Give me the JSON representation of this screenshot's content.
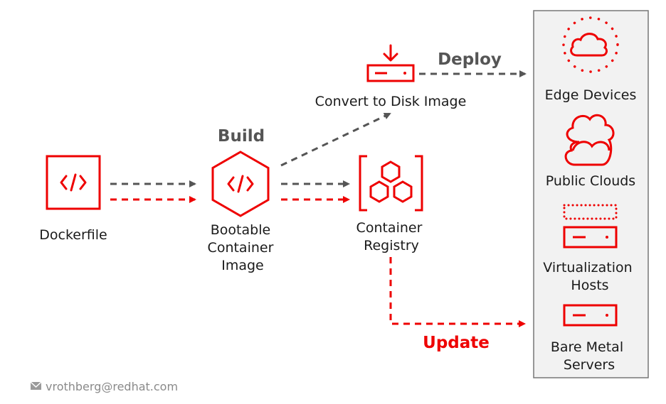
{
  "nodes": {
    "dockerfile": {
      "label": "Dockerfile"
    },
    "bootable_image": {
      "label_lines": [
        "Bootable",
        "Container",
        "Image"
      ]
    },
    "disk_image": {
      "label": "Convert to Disk Image"
    },
    "registry": {
      "label_lines": [
        "Container",
        "Registry"
      ]
    }
  },
  "actions": {
    "build": "Build",
    "deploy": "Deploy",
    "update": "Update"
  },
  "targets": {
    "edge": {
      "label": "Edge Devices",
      "icon": "cloud-icon"
    },
    "public_clouds": {
      "label": "Public Clouds",
      "icon": "clouds-icon"
    },
    "virtualization": {
      "label_lines": [
        "Virtualization",
        "Hosts"
      ],
      "icon": "server-icon"
    },
    "bare_metal": {
      "label_lines": [
        "Bare Metal",
        "Servers"
      ],
      "icon": "server-icon"
    }
  },
  "footer": {
    "email": "vrothberg@redhat.com",
    "icon": "mail-icon"
  },
  "colors": {
    "red": "#ee0000",
    "gray": "#555555",
    "panel_bg": "#f2f2f2",
    "panel_border": "#777777"
  }
}
